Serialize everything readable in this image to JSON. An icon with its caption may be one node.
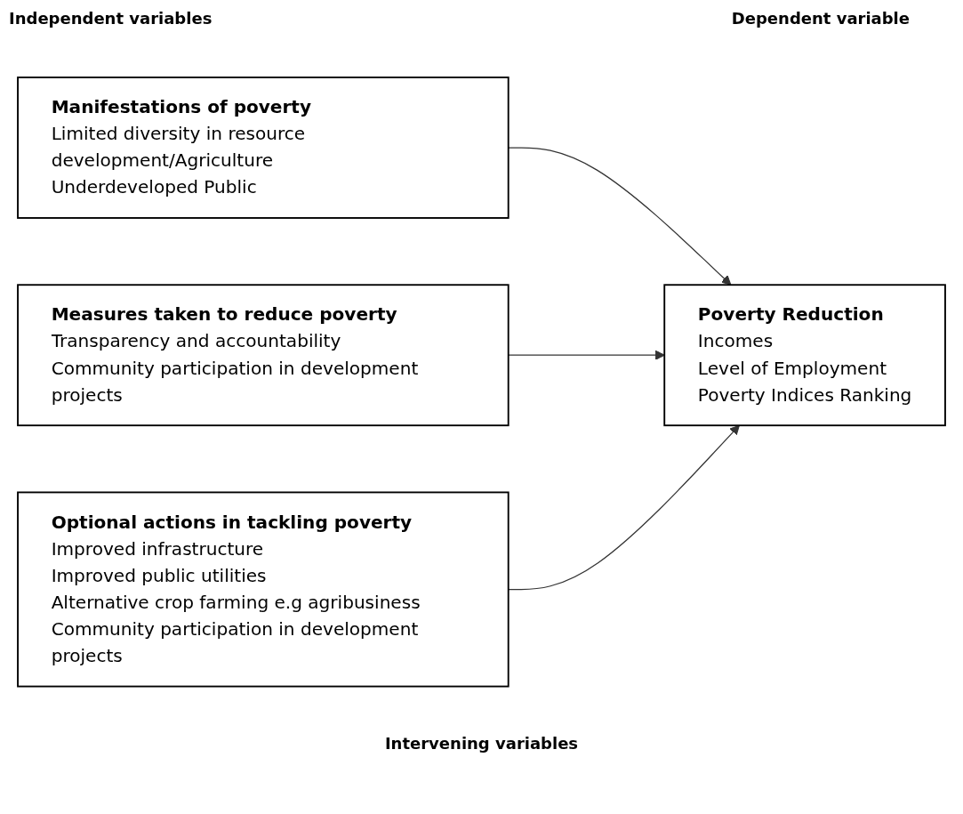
{
  "diagram": {
    "nodes": [
      {
        "text": [
          "Manifestations of poverty",
          "Limited diversity in resource development/Agriculture",
          "Underdeveloped Public"
        ]
      },
      {
        "text": [
          "Measures taken to reduce poverty",
          "Transparency and accountability",
          "Community participation in development projects"
        ]
      },
      {
        "text": [
          "Optional actions in tackling poverty",
          "Improved infrastructure",
          "Improved public utilities",
          "Alternative crop farming e.g agribusiness",
          "Community participation in development projects"
        ]
      },
      {
        "text": [
          "Poverty Reduction",
          "Incomes",
          "Level of Employment",
          "Poverty Indices Ranking"
        ]
      }
    ],
    "edges": [
      {
        "from": 0,
        "to": 3,
        "arrow": "to"
      },
      {
        "from": 1,
        "to": 3,
        "arrow": "to"
      },
      {
        "from": 2,
        "to": 3,
        "arrow": "to"
      }
    ],
    "labels": [
      "Independent variables",
      "Dependent variable",
      "Intervening variables"
    ]
  }
}
